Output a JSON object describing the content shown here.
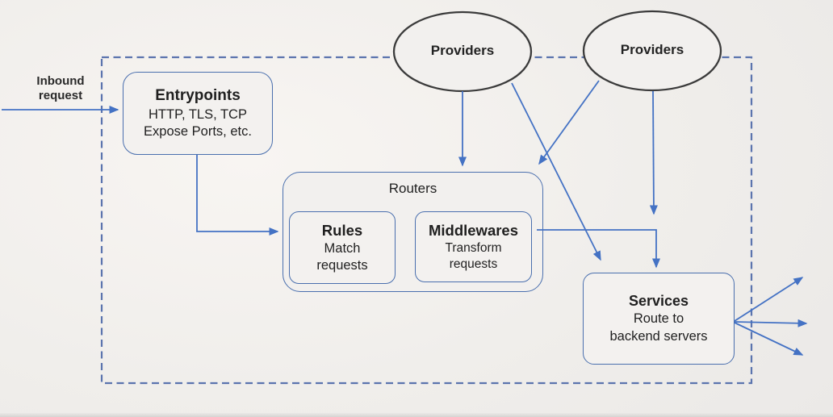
{
  "palette": {
    "background": "#f0eeeb",
    "arrow_blue": "#4472c4",
    "box_border_blue": "#4a6fae",
    "dashed_border_blue": "#5b74ae",
    "ellipse_stroke": "#3b3b3b",
    "text": "#1f1f1f"
  },
  "labels": {
    "inbound_line1": "Inbound",
    "inbound_line2": "request"
  },
  "nodes": {
    "provider_left": {
      "label": "Providers"
    },
    "provider_right": {
      "label": "Providers"
    },
    "entrypoints": {
      "title": "Entrypoints",
      "line1": "HTTP, TLS, TCP",
      "line2": "Expose Ports, etc."
    },
    "routers": {
      "title": "Routers"
    },
    "rules": {
      "title": "Rules",
      "line1": "Match",
      "line2": "requests"
    },
    "middlewares": {
      "title": "Middlewares",
      "line1": "Transform",
      "line2": "requests"
    },
    "services": {
      "title": "Services",
      "line1": "Route to",
      "line2": "backend servers"
    }
  },
  "edges": [
    {
      "from": "inbound-request",
      "to": "entrypoints"
    },
    {
      "from": "entrypoints",
      "to": "routers"
    },
    {
      "from": "provider-left",
      "to": "routers"
    },
    {
      "from": "provider-left",
      "to": "services"
    },
    {
      "from": "provider-right",
      "to": "routers"
    },
    {
      "from": "provider-right",
      "to": "services"
    },
    {
      "from": "middlewares",
      "to": "services"
    },
    {
      "from": "services",
      "to": "backend-server-1"
    },
    {
      "from": "services",
      "to": "backend-server-2"
    },
    {
      "from": "services",
      "to": "backend-server-3"
    }
  ]
}
